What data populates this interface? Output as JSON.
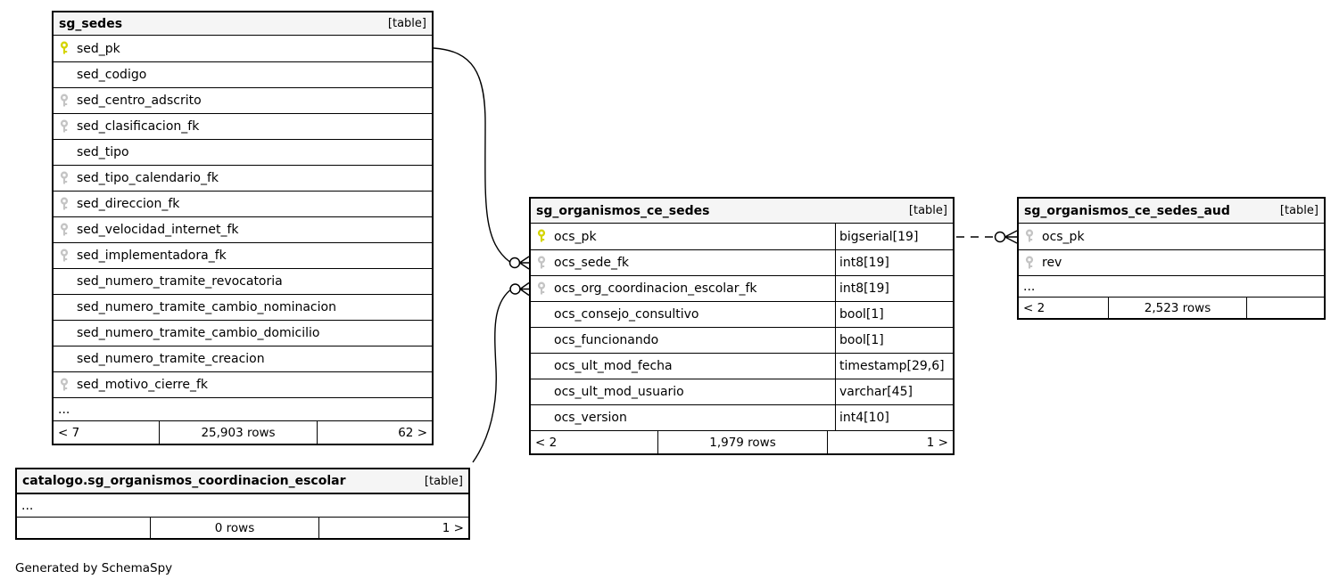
{
  "generator_note": "Generated by SchemaSpy",
  "colors": {
    "primary_key": "#d4d400",
    "foreign_key": "#c4c4c4",
    "header_bg": "#f5f5f5",
    "border": "#000000",
    "relationship_line": "#000000"
  },
  "icons": {
    "primary_key": "key-icon",
    "foreign_key": "key-icon"
  },
  "tables": [
    {
      "title": "sg_sedes",
      "badge": "[table]",
      "ellipsis": "...",
      "columns": [
        {
          "name": "sed_pk",
          "key": "pk"
        },
        {
          "name": "sed_codigo",
          "key": ""
        },
        {
          "name": "sed_centro_adscrito",
          "key": "fk"
        },
        {
          "name": "sed_clasificacion_fk",
          "key": "fk"
        },
        {
          "name": "sed_tipo",
          "key": ""
        },
        {
          "name": "sed_tipo_calendario_fk",
          "key": "fk"
        },
        {
          "name": "sed_direccion_fk",
          "key": "fk"
        },
        {
          "name": "sed_velocidad_internet_fk",
          "key": "fk"
        },
        {
          "name": "sed_implementadora_fk",
          "key": "fk"
        },
        {
          "name": "sed_numero_tramite_revocatoria",
          "key": ""
        },
        {
          "name": "sed_numero_tramite_cambio_nominacion",
          "key": ""
        },
        {
          "name": "sed_numero_tramite_cambio_domicilio",
          "key": ""
        },
        {
          "name": "sed_numero_tramite_creacion",
          "key": ""
        },
        {
          "name": "sed_motivo_cierre_fk",
          "key": "fk"
        }
      ],
      "footer": {
        "left": "< 7",
        "center": "25,903 rows",
        "right": "62 >"
      }
    },
    {
      "title": "sg_organismos_ce_sedes",
      "badge": "[table]",
      "columns": [
        {
          "name": "ocs_pk",
          "type": "bigserial[19]",
          "key": "pk"
        },
        {
          "name": "ocs_sede_fk",
          "type": "int8[19]",
          "key": "fk"
        },
        {
          "name": "ocs_org_coordinacion_escolar_fk",
          "type": "int8[19]",
          "key": "fk"
        },
        {
          "name": "ocs_consejo_consultivo",
          "type": "bool[1]",
          "key": ""
        },
        {
          "name": "ocs_funcionando",
          "type": "bool[1]",
          "key": ""
        },
        {
          "name": "ocs_ult_mod_fecha",
          "type": "timestamp[29,6]",
          "key": ""
        },
        {
          "name": "ocs_ult_mod_usuario",
          "type": "varchar[45]",
          "key": ""
        },
        {
          "name": "ocs_version",
          "type": "int4[10]",
          "key": ""
        }
      ],
      "footer": {
        "left": "< 2",
        "center": "1,979 rows",
        "right": "1 >"
      }
    },
    {
      "title": "sg_organismos_ce_sedes_aud",
      "badge": "[table]",
      "ellipsis": "...",
      "columns": [
        {
          "name": "ocs_pk",
          "key": "fk"
        },
        {
          "name": "rev",
          "key": "fk"
        }
      ],
      "footer": {
        "left": "< 2",
        "center": "2,523 rows",
        "right": ""
      }
    },
    {
      "title": "catalogo.sg_organismos_coordinacion_escolar",
      "badge": "[table]",
      "ellipsis": "...",
      "columns": [],
      "footer": {
        "left": "",
        "center": "0 rows",
        "right": "1 >"
      }
    }
  ]
}
